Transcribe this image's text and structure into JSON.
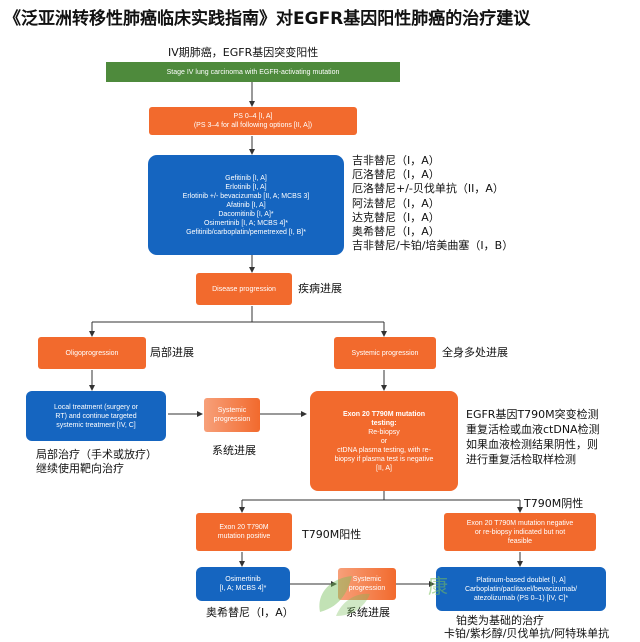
{
  "title": "《泛亚洲转移性肺癌临床实践指南》对EGFR基因阳性肺癌的治疗建议",
  "top_label": "IV期肺癌，EGFR基因突变阳性",
  "nodes": {
    "stage": "Stage IV lung carcinoma with EGFR-activating mutation",
    "ps": [
      "PS 0–4 [I, A]",
      "(PS 3–4 for all following options [II, A])"
    ],
    "first_line": [
      "Gefitinib [I, A]",
      "Erlotinib [I, A]",
      "Erlotinib +/- bevacizumab [II, A; MCBS 3]",
      "Afatinib [I, A]",
      "Dacomitinib [I, A]*",
      "Osimertinib [I, A; MCBS 4]*",
      "Gefitinib/carboplatin/pemetrexed [I, B]*"
    ],
    "disease_progression": "Disease progression",
    "oligo": "Oligoprogression",
    "systemic": "Systemic progression",
    "local_treatment": [
      "Local treatment (surgery or",
      "RT) and continue targeted",
      "systemic treatment [IV, C]"
    ],
    "systemic_small": [
      "Systemic",
      "progression"
    ],
    "t790m_testing": [
      "Exon 20 T790M mutation",
      "testing:",
      "Re-biopsy",
      "or",
      "ctDNA plasma testing, with re-",
      "biopsy if plasma test is negative",
      "[II, A]"
    ],
    "t790m_pos": [
      "Exon 20 T790M",
      "mutation positive"
    ],
    "t790m_neg": [
      "Exon 20 T790M mutation negative",
      "or re-biopsy indicated but not",
      "feasible"
    ],
    "osimertinib": [
      "Osimertinib",
      "[I, A; MCBS 4]*"
    ],
    "systemic_bottom": [
      "Systemic",
      "progression"
    ],
    "platinum": [
      "Platinum-based doublet [I, A]",
      "Carboplatin/paclitaxel/bevacizumab/",
      "atezolizumab (PS 0–1) [IV, C]*"
    ]
  },
  "annotations": {
    "first_line_cn": [
      "吉非替尼（I，A）",
      "厄洛替尼（I，A）",
      "厄洛替尼+/-贝伐单抗（II，A）",
      "阿法替尼（I，A）",
      "达克替尼（I，A）",
      "奥希替尼（I，A）",
      "吉非替尼/卡铂/培美曲塞（I，B）"
    ],
    "progression_cn": "疾病进展",
    "oligo_cn": "局部进展",
    "systemic_cn": "全身多处进展",
    "local_cn": [
      "局部治疗（手术或放疗）",
      "继续使用靶向治疗"
    ],
    "systemic_small_cn": "系统进展",
    "t790m_cn": [
      "EGFR基因T790M突变检测",
      "重复活检或血液ctDNA检测",
      "如果血液检测结果阴性，则",
      "进行重复活检取样检测"
    ],
    "t790m_pos_cn": "T790M阳性",
    "t790m_neg_cn": "T790M阴性",
    "osimertinib_cn": "奥希替尼（I，A）",
    "systemic_bottom_cn": "系统进展",
    "platinum_cn": [
      "铂类为基础的治疗",
      "卡铂/紫杉醇/贝伐单抗/阿特珠单抗"
    ]
  },
  "watermark": "康",
  "colors": {
    "green": "#4e8a3c",
    "orange": "#f26a2d",
    "blue": "#1565c0",
    "arrow": "#333333"
  }
}
